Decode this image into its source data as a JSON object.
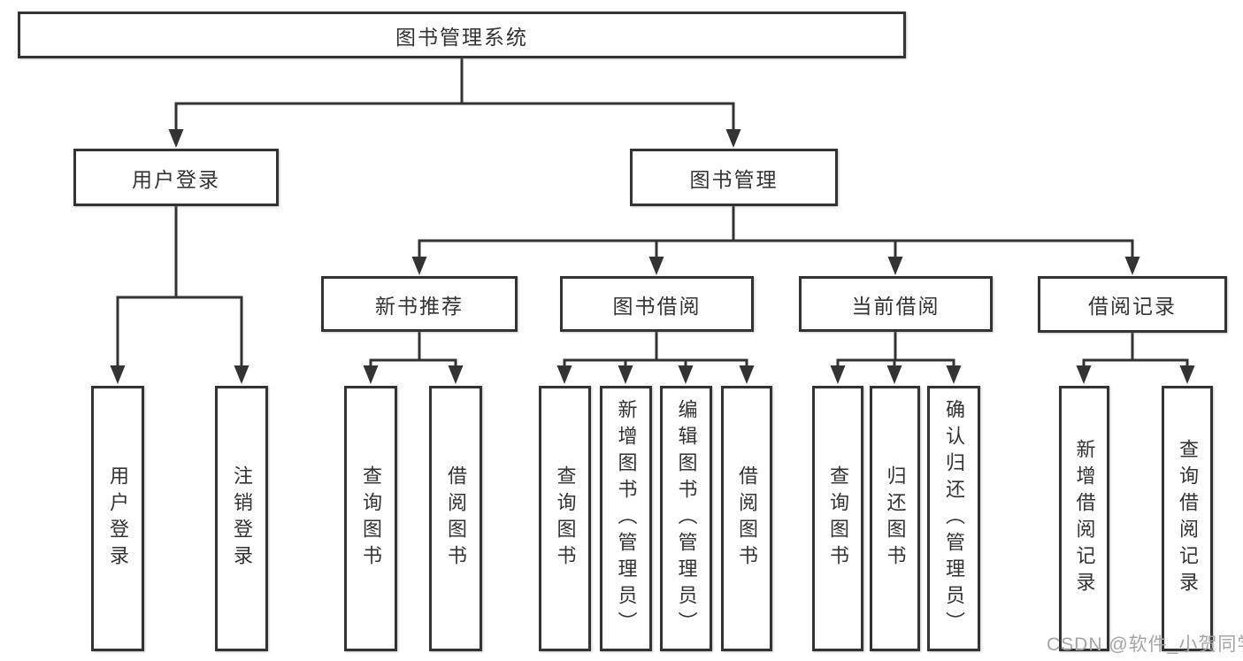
{
  "tree": {
    "root": {
      "label": "图书管理系统",
      "children": [
        {
          "label": "用户登录",
          "children": [
            {
              "label": "用户登录"
            },
            {
              "label": "注销登录"
            }
          ]
        },
        {
          "label": "图书管理",
          "children": [
            {
              "label": "新书推荐",
              "children": [
                {
                  "label": "查询图书"
                },
                {
                  "label": "借阅图书"
                }
              ]
            },
            {
              "label": "图书借阅",
              "children": [
                {
                  "label": "查询图书"
                },
                {
                  "label": "新增图书（管理员）"
                },
                {
                  "label": "编辑图书（管理员）"
                },
                {
                  "label": "借阅图书"
                }
              ]
            },
            {
              "label": "当前借阅",
              "children": [
                {
                  "label": "查询图书"
                },
                {
                  "label": "归还图书"
                },
                {
                  "label": "确认归还（管理员）"
                }
              ]
            },
            {
              "label": "借阅记录",
              "children": [
                {
                  "label": "新增借阅记录"
                },
                {
                  "label": "查询借阅记录"
                }
              ]
            }
          ]
        }
      ]
    }
  },
  "watermark": {
    "text": "CSDN @软件_小贺同学"
  },
  "colors": {
    "line": "#333333",
    "text": "#333333",
    "box_background": "#ffffff",
    "page_background": "#ffffff",
    "watermark": "#a5a5a5"
  }
}
